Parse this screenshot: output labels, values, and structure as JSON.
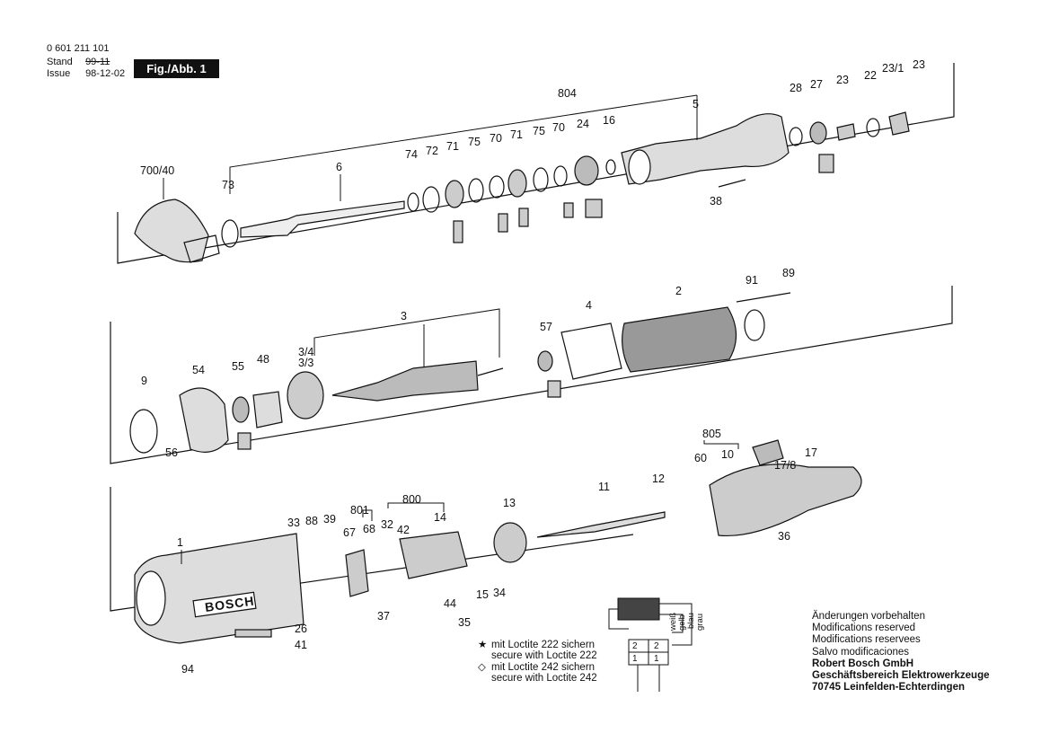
{
  "header": {
    "part_number": "0 601 211 101",
    "stand_label": "Stand",
    "issue_label": "Issue",
    "stand_value_struck": "99-11",
    "issue_value": "98-12-02",
    "figure_badge": "Fig./Abb. 1"
  },
  "callouts": {
    "group1": [
      "700/40",
      "73",
      "6",
      "74",
      "72",
      "71",
      "75",
      "70",
      "71",
      "75",
      "70",
      "24",
      "16",
      "5",
      "804",
      "38",
      "28",
      "27",
      "23",
      "22",
      "23/1",
      "23"
    ],
    "group2": [
      "3",
      "3/4",
      "3/3",
      "9",
      "54",
      "55",
      "48",
      "56",
      "57",
      "4",
      "2",
      "91",
      "89"
    ],
    "group3": [
      "1",
      "94",
      "26",
      "41",
      "33",
      "88",
      "39",
      "801",
      "67",
      "68",
      "37",
      "800",
      "32",
      "42",
      "14",
      "44",
      "35",
      "15",
      "34",
      "13",
      "11",
      "12",
      "805",
      "60",
      "10",
      "17",
      "17/8",
      "36"
    ]
  },
  "brand_mark": "BOSCH",
  "wiring": {
    "wire_labels": [
      "weiß",
      "gelb",
      "blau",
      "grau"
    ],
    "terminal_labels": [
      "2",
      "2",
      "1",
      "1"
    ]
  },
  "legend": {
    "items": [
      {
        "symbol": "★",
        "lines": [
          "mit Loctite 222 sichern",
          "secure with Loctite 222"
        ]
      },
      {
        "symbol": "◇",
        "lines": [
          "mit Loctite 242 sichern",
          "secure with Loctite 242"
        ]
      }
    ]
  },
  "notes": {
    "lines": [
      "Änderungen vorbehalten",
      "Modifications reserved",
      "Modifications reservees",
      "Salvo modificaciones"
    ],
    "company": [
      "Robert Bosch GmbH",
      "Geschäftsbereich Elektrowerkzeuge",
      "70745 Leinfelden-Echterdingen"
    ]
  },
  "colors": {
    "ink": "#111111",
    "paper": "#ffffff"
  }
}
